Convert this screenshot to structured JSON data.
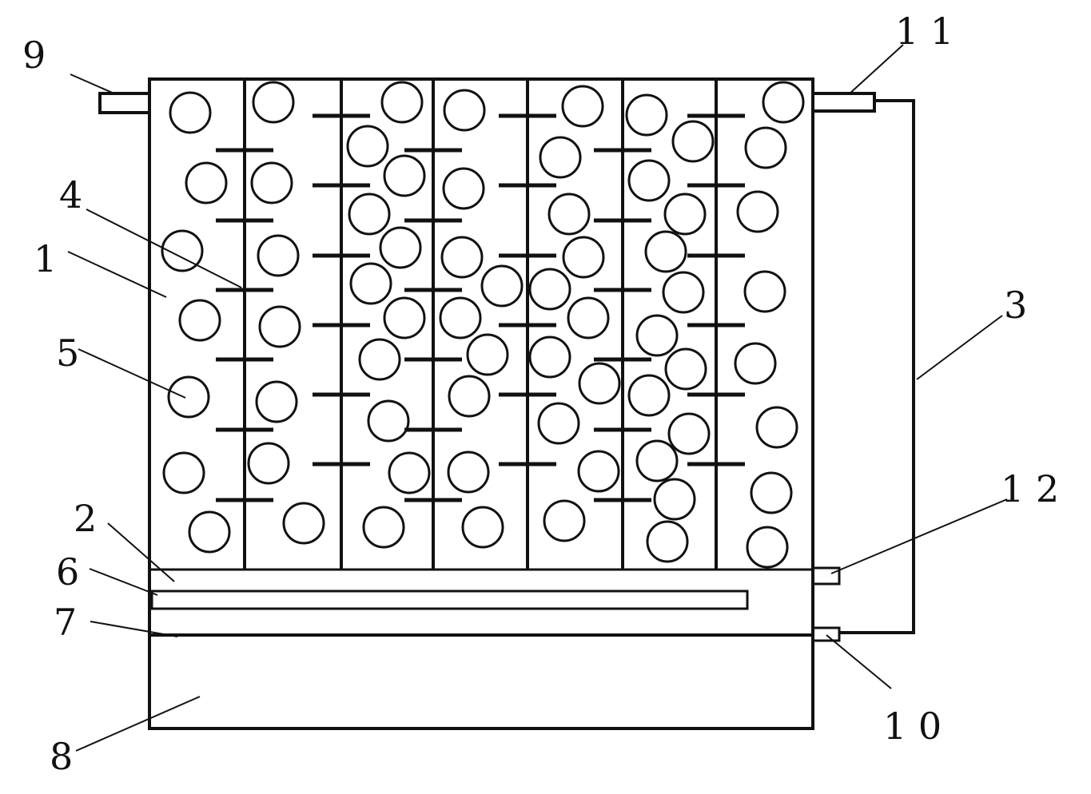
{
  "labels": {
    "n1": "1",
    "n2": "2",
    "n3": "3",
    "n4": "4",
    "n5": "5",
    "n6": "6",
    "n7": "7",
    "n8": "8",
    "n9": "9",
    "n10": "1 0",
    "n11": "1 1",
    "n12": "1 2"
  },
  "colors": {
    "ink": "#111111",
    "paper": "#ffffff"
  }
}
